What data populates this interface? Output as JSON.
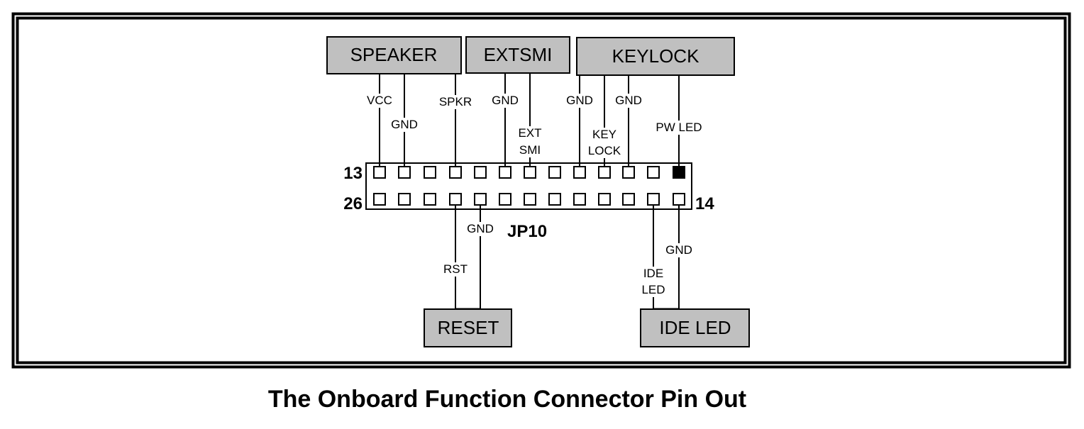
{
  "caption": "The Onboard Function Connector Pin Out",
  "connector": {
    "name": "JP10",
    "top_row_start_label": "13",
    "bottom_row_start_label": "26",
    "bottom_row_end_label": "14",
    "pins_per_row": 13,
    "filled_pin": {
      "row": "top",
      "index": 12
    }
  },
  "colors": {
    "box_fill": "#c0c0c0",
    "line": "#000000",
    "background": "#ffffff"
  },
  "top_headers": [
    {
      "id": "speaker",
      "label": "SPEAKER"
    },
    {
      "id": "extsmi",
      "label": "EXTSMI"
    },
    {
      "id": "keylock",
      "label": "KEYLOCK"
    }
  ],
  "bottom_headers": [
    {
      "id": "reset",
      "label": "RESET"
    },
    {
      "id": "ide-led",
      "label": "IDE LED"
    }
  ],
  "top_signals": [
    {
      "pin": 0,
      "lines": [
        "VCC"
      ],
      "header": "speaker"
    },
    {
      "pin": 1,
      "lines": [
        "GND"
      ],
      "header": "speaker"
    },
    {
      "pin": 3,
      "lines": [
        "SPKR"
      ],
      "header": "speaker"
    },
    {
      "pin": 5,
      "lines": [
        "GND"
      ],
      "header": "extsmi"
    },
    {
      "pin": 6,
      "lines": [
        "EXT",
        "SMI"
      ],
      "header": "extsmi"
    },
    {
      "pin": 8,
      "lines": [
        "GND"
      ],
      "header": "keylock"
    },
    {
      "pin": 9,
      "lines": [
        "KEY",
        "LOCK"
      ],
      "header": "keylock"
    },
    {
      "pin": 10,
      "lines": [
        "GND"
      ],
      "header": "keylock"
    },
    {
      "pin": 12,
      "lines": [
        "PW LED"
      ],
      "header": "keylock"
    }
  ],
  "bottom_signals": [
    {
      "pin": 3,
      "lines": [
        "RST"
      ],
      "header": "reset"
    },
    {
      "pin": 4,
      "lines": [
        "GND"
      ],
      "header": "reset"
    },
    {
      "pin": 11,
      "lines": [
        "IDE",
        "LED"
      ],
      "header": "ide-led"
    },
    {
      "pin": 12,
      "lines": [
        "GND"
      ],
      "header": "ide-led"
    }
  ]
}
